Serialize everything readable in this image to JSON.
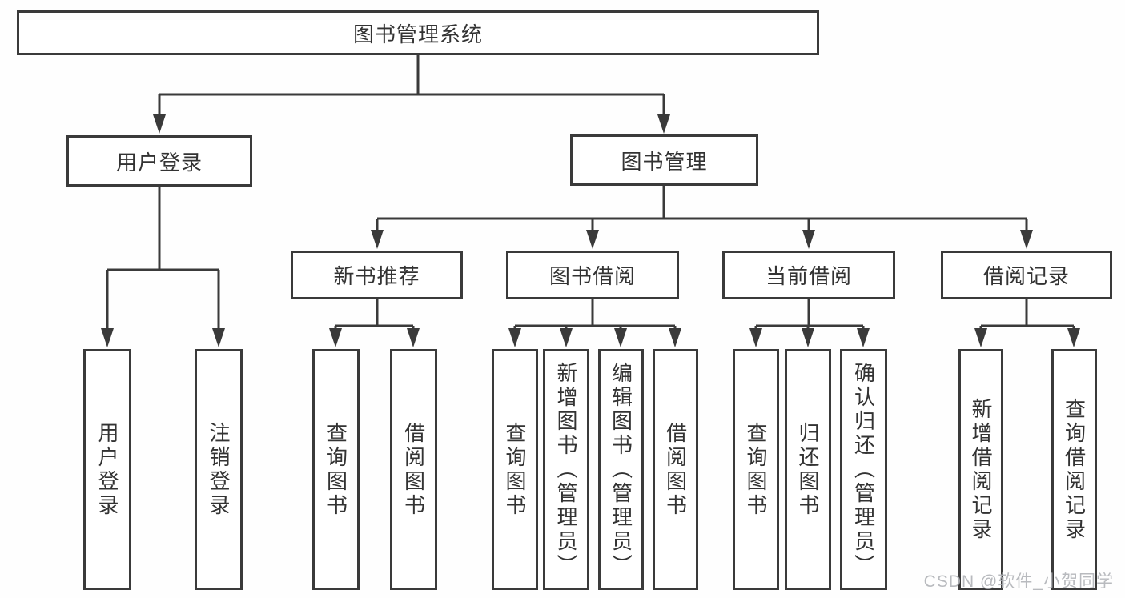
{
  "colors": {
    "line": "#3a3a3a",
    "box_border": "#3a3a3a",
    "box_fill": "#ffffff",
    "text": "#333333",
    "watermark": "#b0b2b7"
  },
  "tree": {
    "root": {
      "label": "图书管理系统",
      "children": [
        {
          "label": "用户登录",
          "children": [
            {
              "label": "用户登录"
            },
            {
              "label": "注销登录"
            }
          ]
        },
        {
          "label": "图书管理",
          "children": [
            {
              "label": "新书推荐",
              "children": [
                {
                  "label": "查询图书"
                },
                {
                  "label": "借阅图书"
                }
              ]
            },
            {
              "label": "图书借阅",
              "children": [
                {
                  "label": "查询图书"
                },
                {
                  "label": "新增图书（管理员）"
                },
                {
                  "label": "编辑图书（管理员）"
                },
                {
                  "label": "借阅图书"
                }
              ]
            },
            {
              "label": "当前借阅",
              "children": [
                {
                  "label": "查询图书"
                },
                {
                  "label": "归还图书"
                },
                {
                  "label": "确认归还（管理员）"
                }
              ]
            },
            {
              "label": "借阅记录",
              "children": [
                {
                  "label": "新增借阅记录"
                },
                {
                  "label": "查询借阅记录"
                }
              ]
            }
          ]
        }
      ]
    }
  },
  "watermark": {
    "text": "CSDN @软件_小贺同学"
  }
}
